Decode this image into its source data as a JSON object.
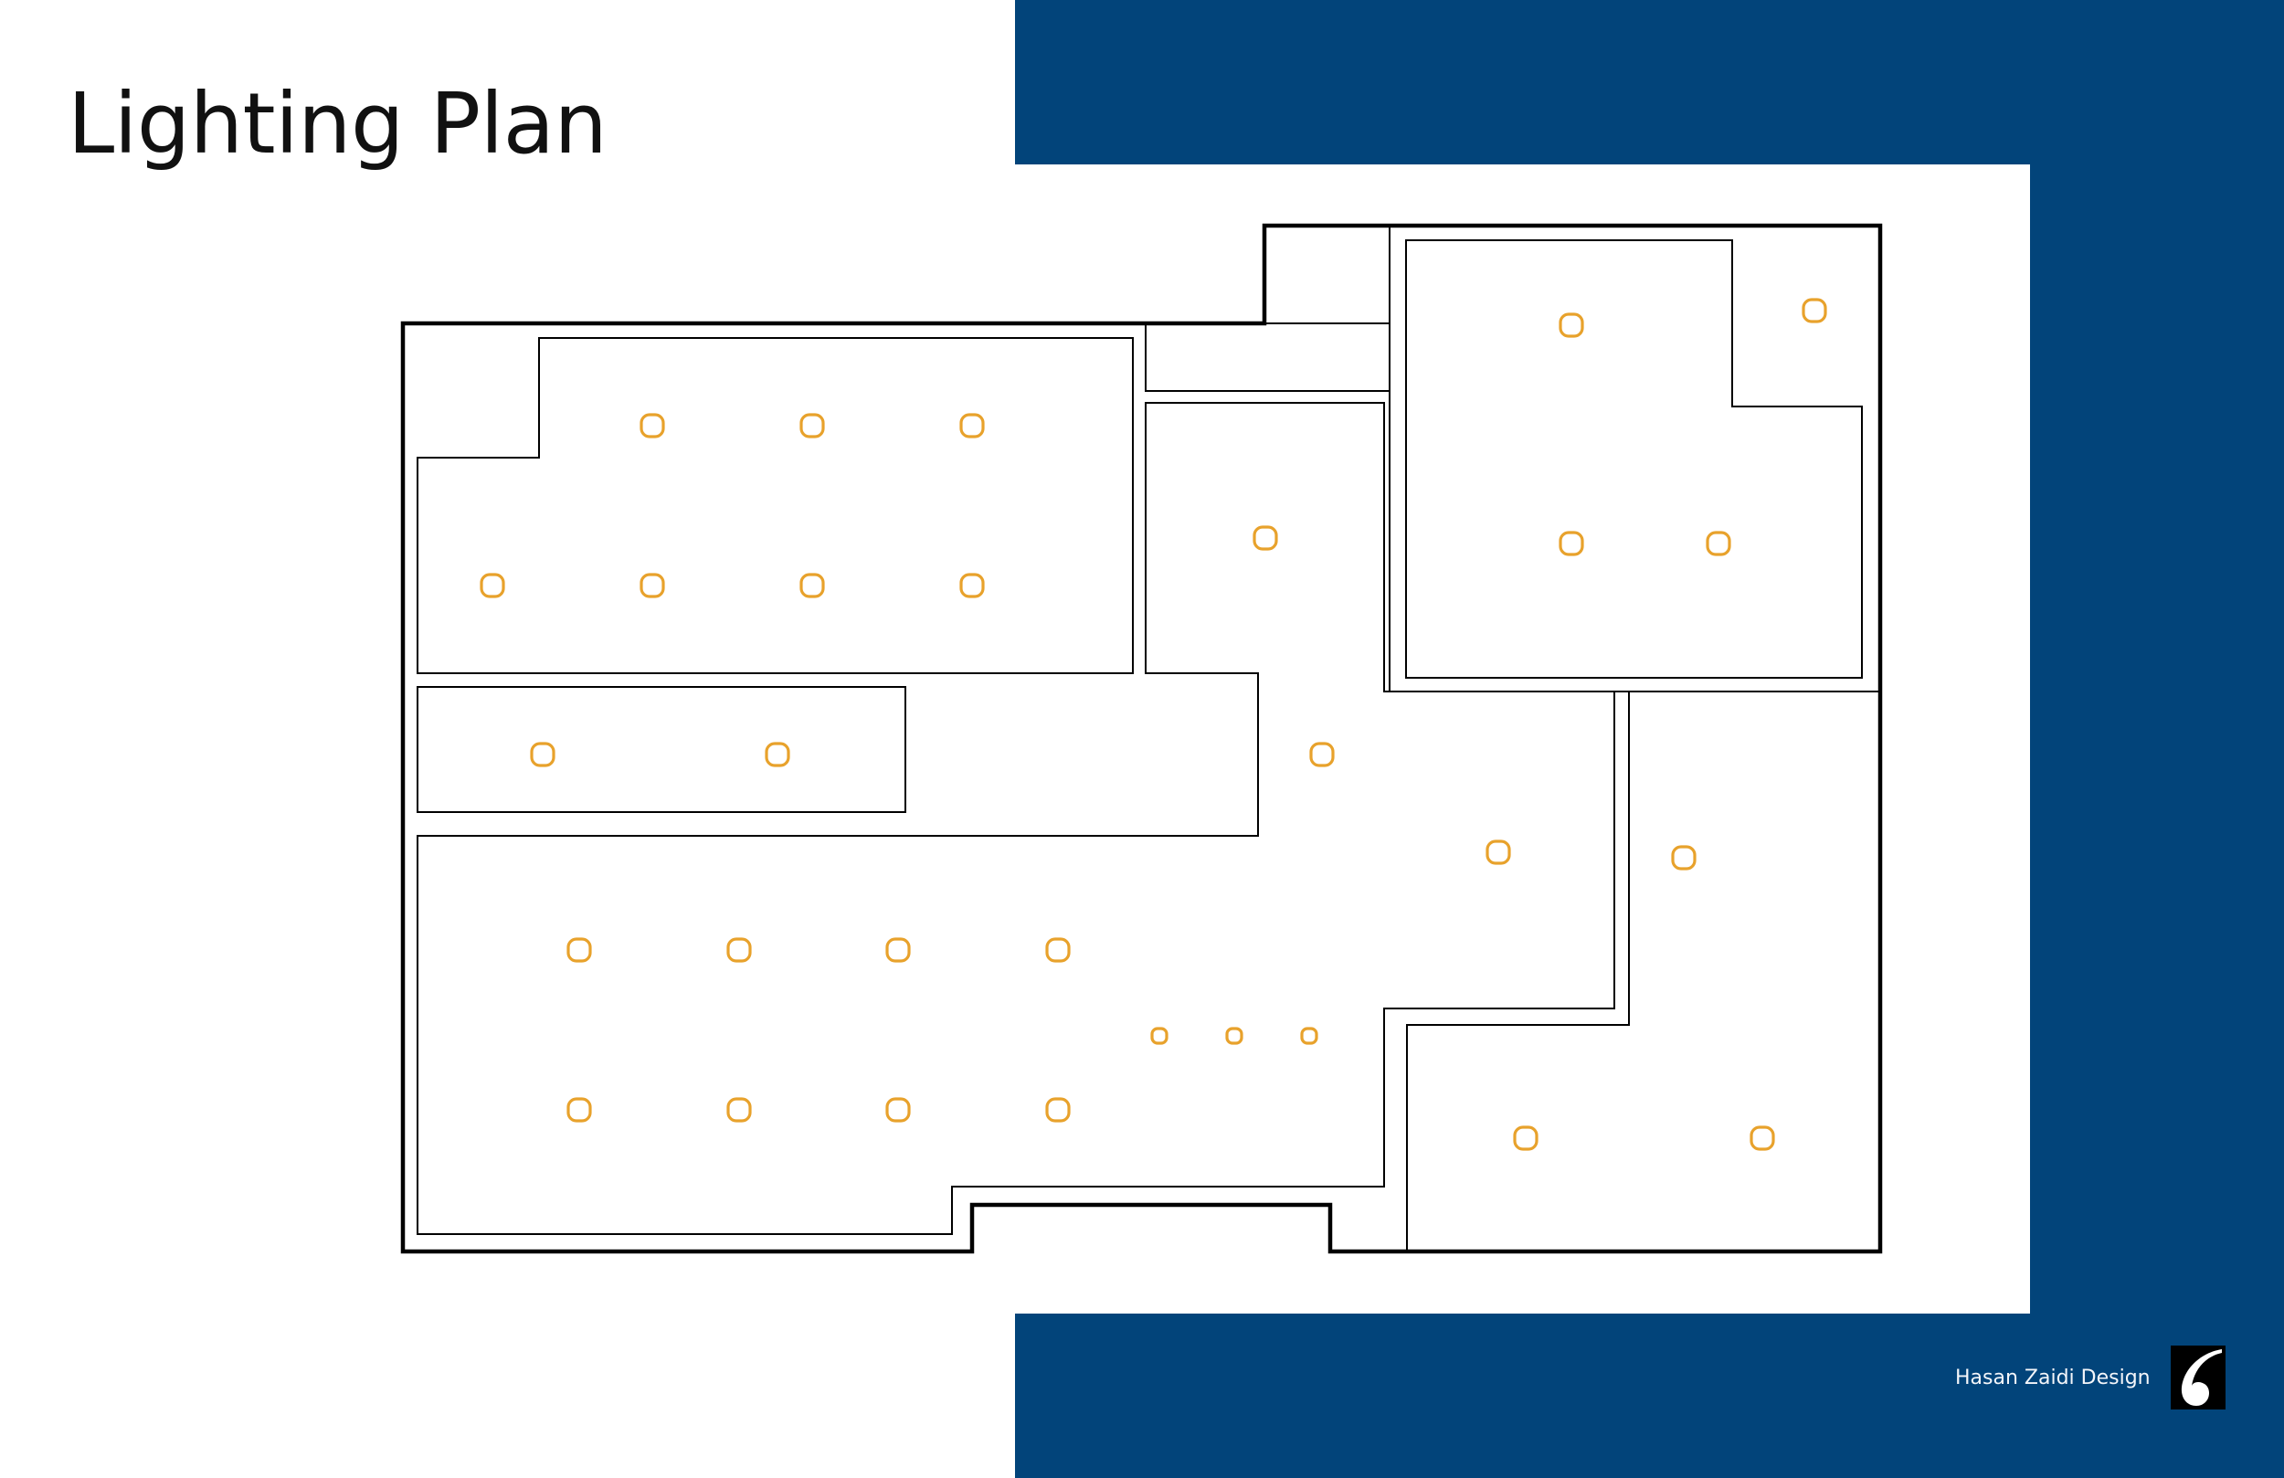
{
  "title": "Lighting Plan",
  "designer": "Hasan Zaidi Design",
  "colors": {
    "accent": "#02447a",
    "fixture": "#e8a22c",
    "walls": "#000000",
    "background": "#ffffff"
  },
  "icons": {
    "fixture": "recessed-light-icon",
    "brand": "designer-logo-icon"
  },
  "fixture_count": 30
}
